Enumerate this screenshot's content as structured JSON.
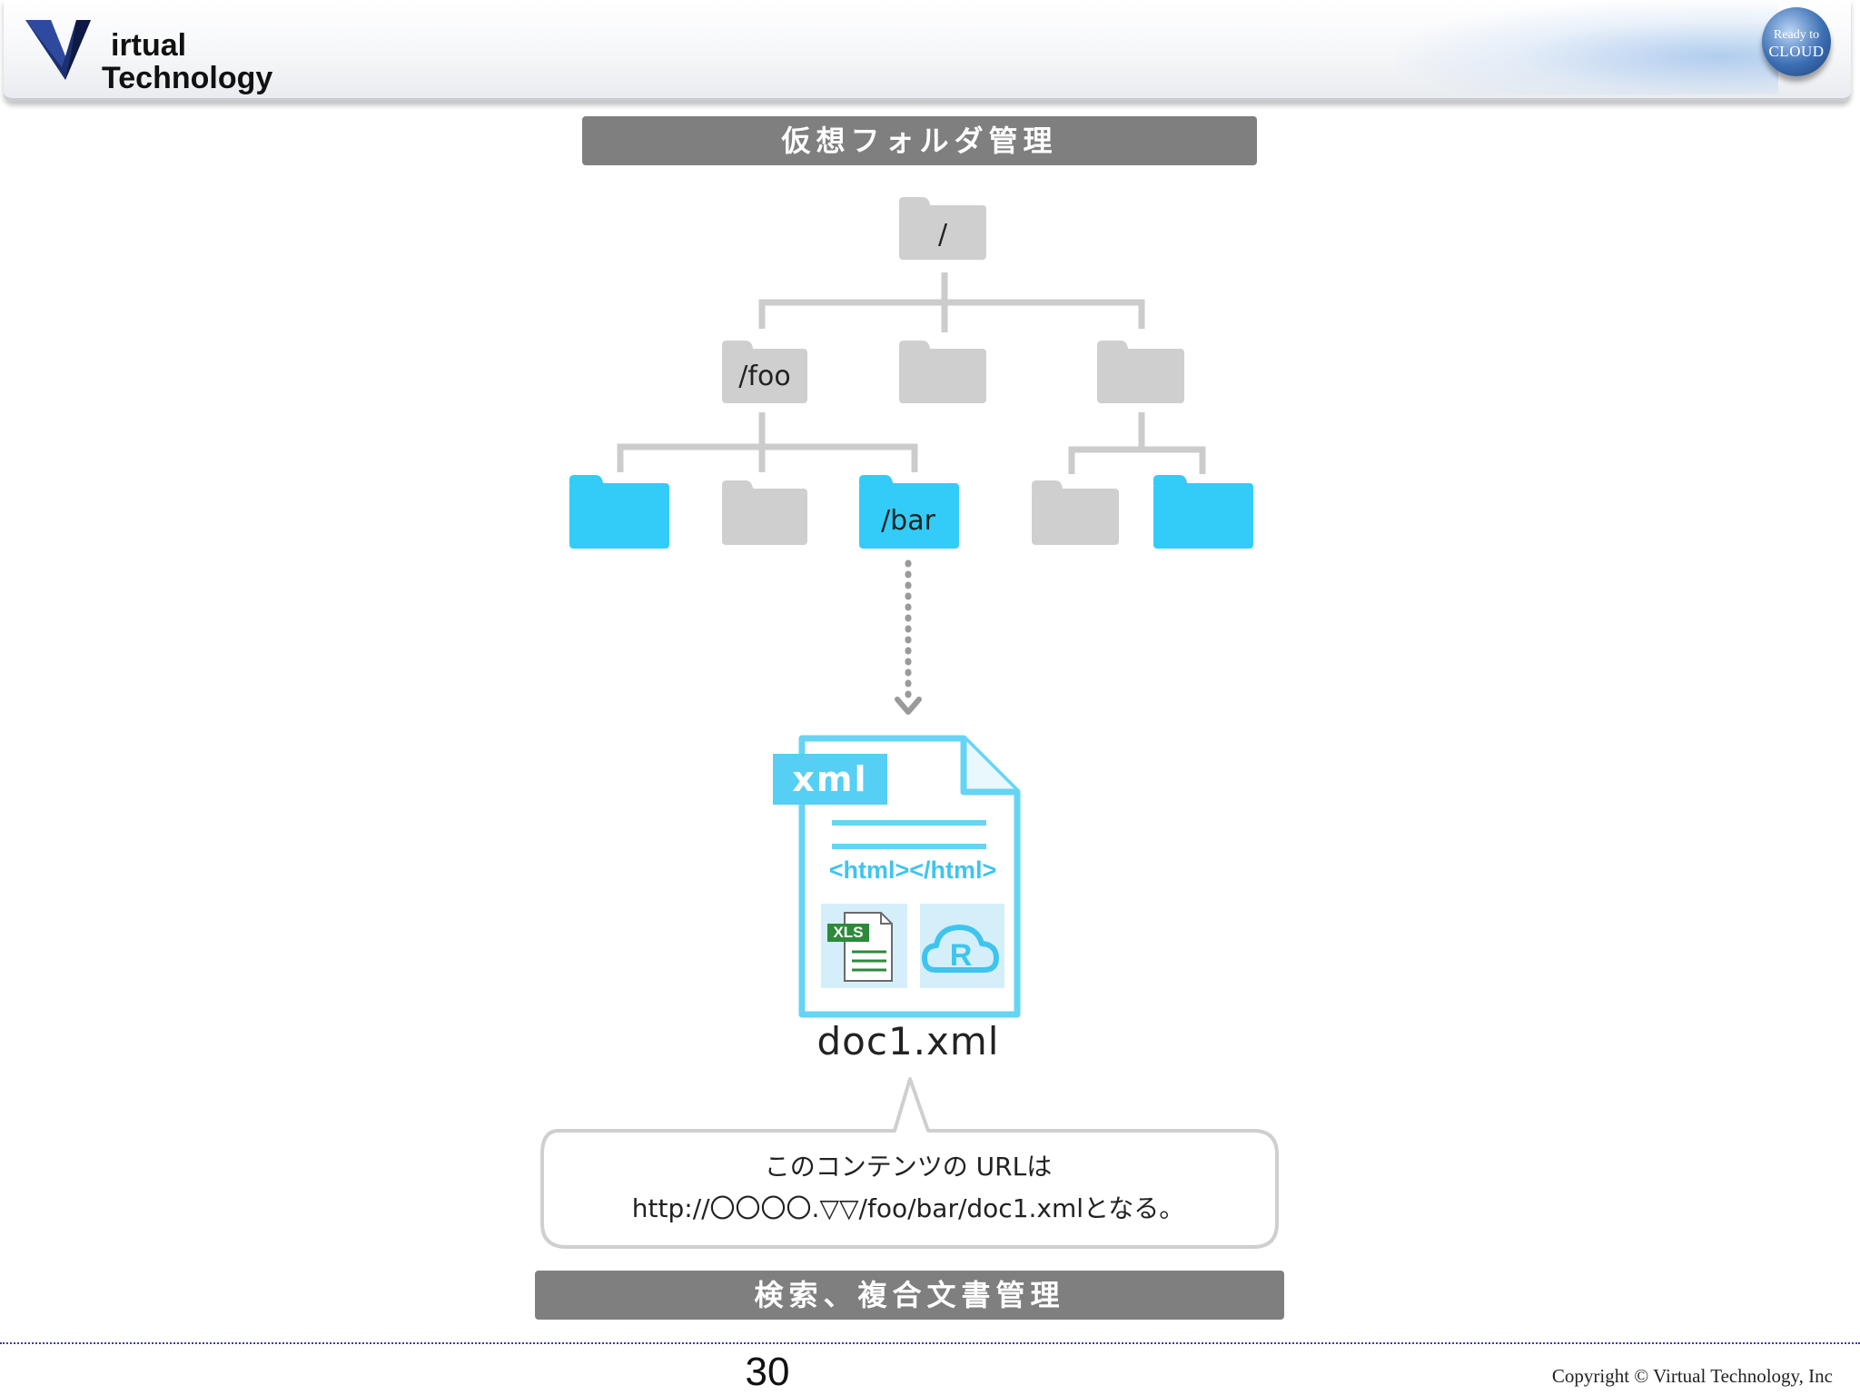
{
  "header": {
    "logo_line1": "irtual",
    "logo_line2": "Technology",
    "badge_line1": "Ready to",
    "badge_line2": "CLOUD"
  },
  "diagram": {
    "title": "仮想フォルダ管理",
    "folders": {
      "root_label": "/",
      "foo_label": "/foo",
      "bar_label": "/bar"
    },
    "file": {
      "tab_label": "xml",
      "content_tags": "<html></html>",
      "xls_label": "XLS",
      "name": "doc1.xml"
    },
    "callout": {
      "line1": "このコンテンツの URLは",
      "line2": "http://〇〇〇〇.▽▽/foo/bar/doc1.xmlとなる。"
    },
    "footer_title": "検索、複合文書管理"
  },
  "footer": {
    "page_number": "30",
    "copyright": "Copyright © Virtual Technology, Inc"
  },
  "colors": {
    "accent_blue": "#33ccf8",
    "folder_gray": "#cfcfcf",
    "connector_gray": "#cccccc",
    "bar_gray": "#7f7f7f",
    "footer_rule": "#3a3f8f"
  }
}
